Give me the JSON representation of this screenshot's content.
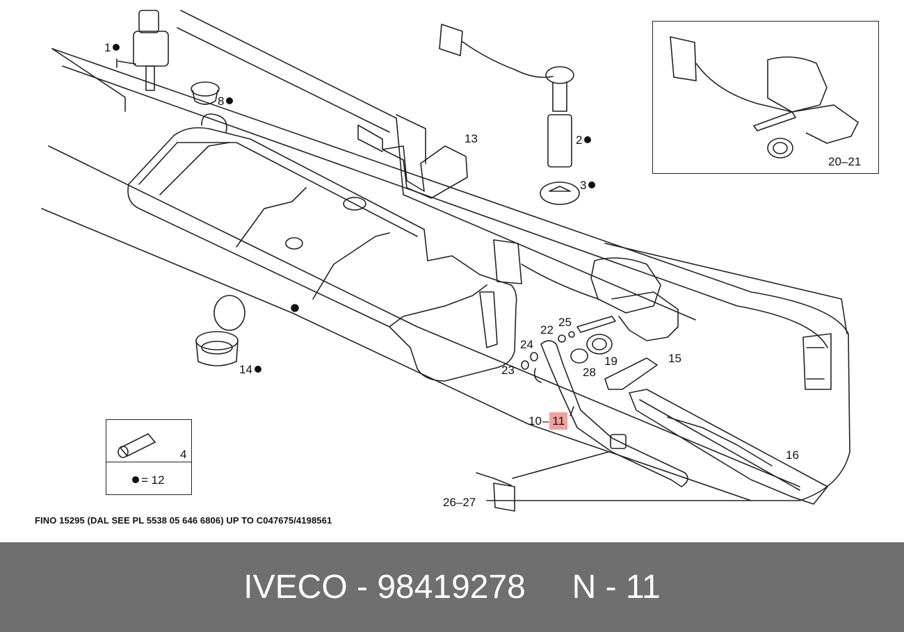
{
  "labels": {
    "l1": "1",
    "l8": "8",
    "l2": "2",
    "l3": "3",
    "l13": "13",
    "l14": "14",
    "l4": "4",
    "l12": "= 12",
    "l22": "22",
    "l25": "25",
    "l24": "24",
    "l23": "23",
    "l28": "28",
    "l19": "19",
    "l15": "15",
    "l10": "10",
    "l11": "11",
    "l16": "16",
    "l2627": "26–27",
    "l2021": "20–21"
  },
  "footnote": "FINO 15295 (DAL SEE PL 5538 05 646 6806) UP TO C047675/4198561",
  "title": {
    "brand": "IVECO",
    "sep": " - ",
    "part_number": "98419278",
    "position": "N - 11"
  },
  "colors": {
    "bar": "#6f6f6f",
    "highlight": "#f4a0a0"
  }
}
